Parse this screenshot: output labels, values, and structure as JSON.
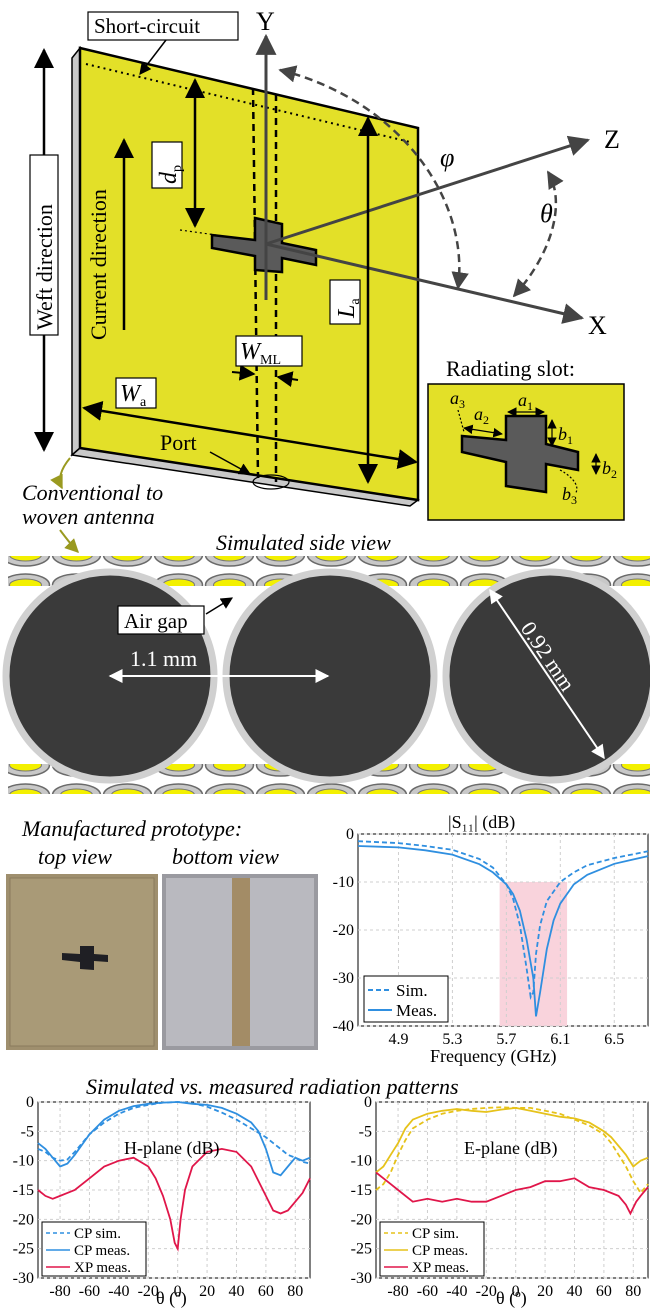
{
  "schematic": {
    "short_circuit": "Short-circuit",
    "weft_direction": "Weft direction",
    "current_direction": "Current direction",
    "port": "Port",
    "axis_y": "Y",
    "axis_z": "Z",
    "axis_x": "X",
    "phi": "φ",
    "theta": "θ",
    "dp_main": "d",
    "dp_sub": "p",
    "la_main": "L",
    "la_sub": "a",
    "wa_main": "W",
    "wa_sub": "a",
    "wml_main": "W",
    "wml_sub": "ML",
    "radiating_slot": "Radiating slot:",
    "a1": "a",
    "a1s": "1",
    "a2": "a",
    "a2s": "2",
    "a3": "a",
    "a3s": "3",
    "b1": "b",
    "b1s": "1",
    "b2": "b",
    "b2s": "2",
    "b3": "b",
    "b3s": "3",
    "conv_line1": "Conventional to",
    "conv_line2": "woven antenna"
  },
  "side_view": {
    "title": "Simulated side view",
    "air_gap": "Air gap",
    "pitch": "1.1 mm",
    "diameter": "0.92 mm"
  },
  "prototype": {
    "title": "Manufactured prototype:",
    "top": "top view",
    "bottom": "bottom view"
  },
  "colors": {
    "patch": "#e3e028",
    "slot": "#5a5a5a",
    "sim_blue": "#2f8fe0",
    "xp_red": "#e0164a",
    "cp_yellow": "#e6c21a",
    "band": "#f9d3dc"
  },
  "patterns_title": "Simulated vs. measured radiation patterns",
  "chart_data": [
    {
      "type": "line",
      "title": "|S₁₁| (dB)",
      "xlabel": "Frequency (GHz)",
      "xlim": [
        4.6,
        6.75
      ],
      "ylim": [
        -40,
        0
      ],
      "xticks": [
        4.9,
        5.3,
        5.7,
        6.1,
        6.5
      ],
      "yticks": [
        0,
        -10,
        -20,
        -30,
        -40
      ],
      "highlight_band": {
        "x": [
          5.65,
          6.15
        ],
        "y": [
          -40,
          -10
        ]
      },
      "legend": "bottom-left",
      "series": [
        {
          "name": "Sim.",
          "style": "dashed",
          "color": "#2f8fe0",
          "x": [
            4.6,
            4.9,
            5.1,
            5.3,
            5.5,
            5.6,
            5.7,
            5.75,
            5.8,
            5.85,
            5.88,
            5.9,
            5.92,
            5.95,
            6.0,
            6.1,
            6.2,
            6.3,
            6.5,
            6.75
          ],
          "y": [
            -1.5,
            -1.9,
            -2.5,
            -3.3,
            -5.2,
            -7,
            -10.5,
            -13.5,
            -19,
            -28,
            -34,
            -33,
            -25,
            -19,
            -14,
            -10,
            -8,
            -6.5,
            -5,
            -3.6
          ]
        },
        {
          "name": "Meas.",
          "style": "solid",
          "color": "#2f8fe0",
          "x": [
            4.6,
            4.9,
            5.1,
            5.3,
            5.5,
            5.6,
            5.7,
            5.75,
            5.8,
            5.85,
            5.9,
            5.92,
            5.95,
            6.0,
            6.05,
            6.1,
            6.2,
            6.3,
            6.5,
            6.75
          ],
          "y": [
            -2.5,
            -2.8,
            -3.4,
            -4.3,
            -6.3,
            -8,
            -10.5,
            -12.5,
            -16,
            -22,
            -30,
            -38,
            -33,
            -24,
            -18,
            -14.5,
            -10.5,
            -8.5,
            -6.2,
            -4.6
          ]
        }
      ]
    },
    {
      "type": "line",
      "title": "H-plane (dB)",
      "xlabel": "θ (º)",
      "xlim": [
        -95,
        90
      ],
      "ylim": [
        -30,
        0
      ],
      "xticks": [
        -80,
        -60,
        -40,
        -20,
        0,
        20,
        40,
        60,
        80
      ],
      "yticks": [
        0,
        -5,
        -10,
        -15,
        -20,
        -25,
        -30
      ],
      "legend": "bottom-left",
      "series": [
        {
          "name": "CP sim.",
          "style": "dashed",
          "color": "#2f8fe0",
          "x": [
            -95,
            -90,
            -85,
            -80,
            -75,
            -70,
            -60,
            -50,
            -40,
            -30,
            -20,
            -10,
            0,
            10,
            20,
            30,
            40,
            50,
            60,
            65,
            70,
            75,
            80,
            85,
            90
          ],
          "y": [
            -8,
            -8.5,
            -9.5,
            -10,
            -9.8,
            -8.5,
            -5.5,
            -3.5,
            -2,
            -1,
            -0.5,
            -0.1,
            0,
            -0.2,
            -0.8,
            -1.8,
            -3,
            -4.5,
            -6,
            -7,
            -8,
            -9,
            -9.5,
            -10.2,
            -10.5
          ]
        },
        {
          "name": "CP meas.",
          "style": "solid",
          "color": "#2f8fe0",
          "x": [
            -95,
            -90,
            -85,
            -80,
            -75,
            -70,
            -60,
            -50,
            -40,
            -30,
            -20,
            -10,
            0,
            10,
            20,
            30,
            40,
            50,
            55,
            60,
            65,
            70,
            75,
            80,
            85,
            90
          ],
          "y": [
            -7,
            -8,
            -9.5,
            -11,
            -10.5,
            -9,
            -5.5,
            -3,
            -1.5,
            -0.7,
            -0.3,
            -0.1,
            0,
            -0.3,
            -0.5,
            -1,
            -2,
            -3.5,
            -5,
            -8,
            -12,
            -12.5,
            -11,
            -9.5,
            -10,
            -9.5
          ]
        },
        {
          "name": "XP meas.",
          "style": "solid",
          "color": "#e0164a",
          "x": [
            -95,
            -90,
            -85,
            -80,
            -75,
            -70,
            -60,
            -50,
            -40,
            -30,
            -20,
            -15,
            -10,
            -5,
            -2,
            0,
            2,
            5,
            10,
            20,
            30,
            40,
            50,
            60,
            65,
            70,
            75,
            80,
            85,
            90
          ],
          "y": [
            -15,
            -16,
            -16.5,
            -16,
            -15.5,
            -15,
            -13,
            -11,
            -10,
            -9.5,
            -11,
            -13,
            -16,
            -20,
            -24,
            -25,
            -20,
            -15,
            -11,
            -8.5,
            -8,
            -8.5,
            -11,
            -16,
            -18.5,
            -19,
            -18.5,
            -17,
            -15.5,
            -13
          ]
        }
      ]
    },
    {
      "type": "line",
      "title": "E-plane (dB)",
      "xlabel": "θ (º)",
      "xlim": [
        -95,
        90
      ],
      "ylim": [
        -30,
        0
      ],
      "xticks": [
        -80,
        -60,
        -40,
        -20,
        0,
        20,
        40,
        60,
        80
      ],
      "yticks": [
        0,
        -5,
        -10,
        -15,
        -20,
        -25,
        -30
      ],
      "legend": "bottom-left",
      "series": [
        {
          "name": "CP sim.",
          "style": "dashed",
          "color": "#e6c21a",
          "x": [
            -95,
            -90,
            -85,
            -80,
            -75,
            -70,
            -60,
            -50,
            -40,
            -30,
            -20,
            -10,
            0,
            10,
            20,
            30,
            40,
            50,
            60,
            65,
            70,
            75,
            80,
            85,
            90
          ],
          "y": [
            -15,
            -14,
            -12,
            -9,
            -6.5,
            -4.5,
            -3,
            -2,
            -1.5,
            -1.2,
            -1,
            -0.9,
            -1,
            -1,
            -1.5,
            -2,
            -3,
            -4,
            -5.5,
            -7,
            -9,
            -11,
            -13.5,
            -15.5,
            -14
          ]
        },
        {
          "name": "CP meas.",
          "style": "solid",
          "color": "#e6c21a",
          "x": [
            -95,
            -90,
            -85,
            -80,
            -75,
            -70,
            -60,
            -50,
            -40,
            -30,
            -20,
            -10,
            0,
            10,
            20,
            30,
            40,
            50,
            60,
            65,
            70,
            75,
            80,
            85,
            90
          ],
          "y": [
            -12,
            -11,
            -9,
            -7,
            -4.5,
            -3,
            -2,
            -1.5,
            -1.2,
            -1.5,
            -1.7,
            -1.3,
            -1,
            -1.5,
            -2,
            -2.5,
            -2.8,
            -3.5,
            -5,
            -6,
            -7.5,
            -9,
            -11,
            -10,
            -9.5
          ]
        },
        {
          "name": "XP meas.",
          "style": "solid",
          "color": "#e0164a",
          "x": [
            -95,
            -90,
            -85,
            -80,
            -70,
            -60,
            -50,
            -40,
            -30,
            -20,
            -10,
            0,
            10,
            20,
            30,
            40,
            50,
            60,
            70,
            75,
            78,
            82,
            85,
            90
          ],
          "y": [
            -12,
            -13,
            -14,
            -15,
            -17,
            -16.5,
            -17,
            -16.5,
            -17,
            -17,
            -16,
            -15,
            -14.5,
            -13.5,
            -13.5,
            -13,
            -14.5,
            -15,
            -16,
            -17.5,
            -19,
            -17,
            -16,
            -14.5
          ]
        }
      ]
    }
  ]
}
